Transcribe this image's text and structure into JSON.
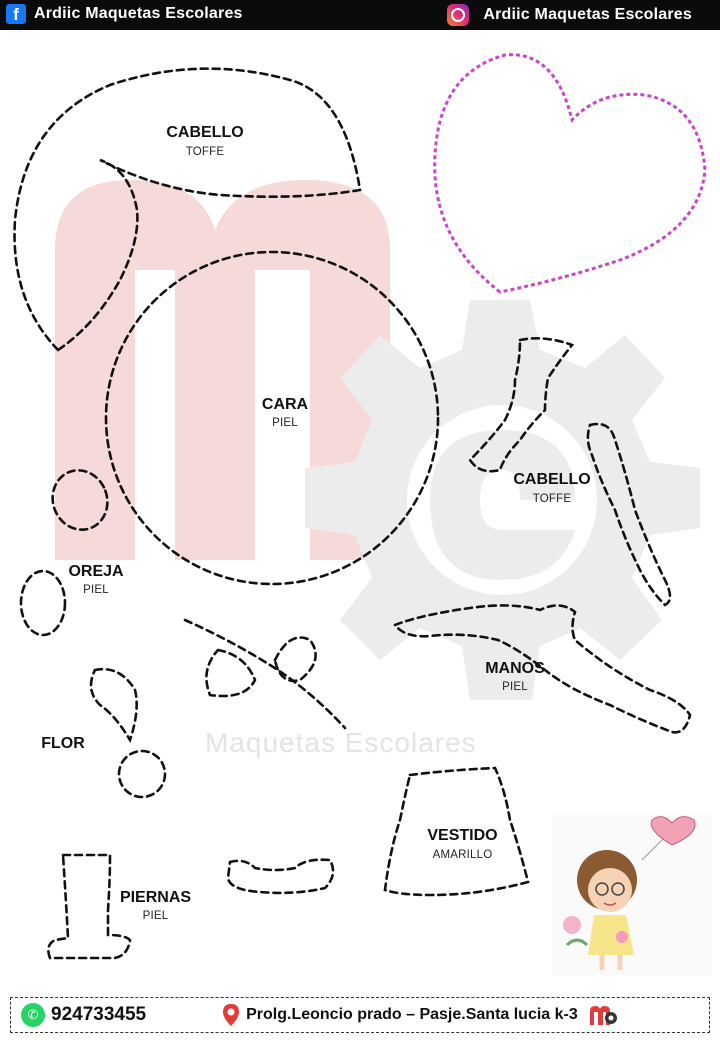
{
  "header": {
    "facebook_label": "Ardiic Maquetas Escolares",
    "instagram_label": "Ardiic Maquetas Escolares"
  },
  "pieces": {
    "cabello1": {
      "name": "CABELLO",
      "material": "TOFFE"
    },
    "cara": {
      "name": "CARA",
      "material": "PIEL"
    },
    "cabello2": {
      "name": "CABELLO",
      "material": "TOFFE"
    },
    "oreja": {
      "name": "OREJA",
      "material": "PIEL"
    },
    "manos": {
      "name": "MANOS",
      "material": "PIEL"
    },
    "flor": {
      "name": "FLOR"
    },
    "vestido": {
      "name": "VESTIDO",
      "material": "AMARILLO"
    },
    "piernas": {
      "name": "PIERNAS",
      "material": "PIEL"
    }
  },
  "watermark": "Maquetas    Escolares",
  "footer": {
    "phone": "924733455",
    "address": "Prolg.Leoncio prado – Pasje.Santa lucia k-3"
  },
  "colors": {
    "outline": "#111111",
    "heart": "#c846c8",
    "watermark_red": "#f6d9d9",
    "watermark_gray": "#ececec"
  }
}
